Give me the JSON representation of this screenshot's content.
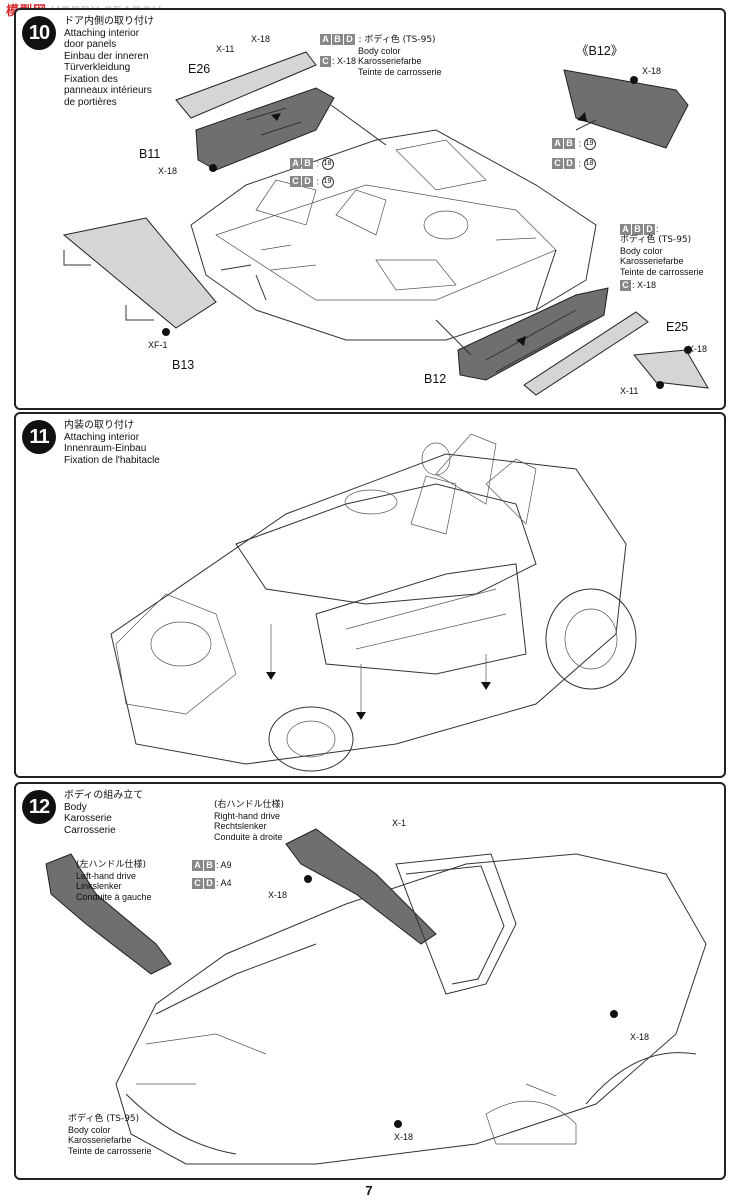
{
  "watermark": {
    "logo": "模型网",
    "text": "HOBBY SEARCH"
  },
  "page_number": "7",
  "steps": [
    {
      "number": "10",
      "title": {
        "jp": "ドア内側の取り付け",
        "en": "Attaching interior door panels",
        "en1": "Attaching interior",
        "en2": "door panels",
        "de1": "Einbau der inneren",
        "de2": "Türverkleidung",
        "fr1": "Fixation des",
        "fr2": "panneaux intérieurs",
        "fr3": "de portières"
      },
      "labels": {
        "x11_top": "X-11",
        "x18_top": "X-18",
        "e26": "E26",
        "b11": "B11",
        "x18_left": "X-18",
        "b12_ref": "《B12》",
        "x18_b12": "X-18",
        "b13": "B13",
        "xf1": "XF-1",
        "b12": "B12",
        "e25": "E25",
        "x18_e25": "X-18",
        "x11_e25": "X-11"
      },
      "color_top": {
        "boxes": [
          "A",
          "B",
          "D"
        ],
        "jp": ": ボディ色 (TS-95)",
        "en": "Body color",
        "de": "Karosseriefarbe",
        "fr": "Teinte de carrosserie",
        "c_box": "C",
        "c_text": ": X-18"
      },
      "parts_b11": {
        "ab_boxes": [
          "A",
          "B"
        ],
        "ab_num": "18",
        "cd_boxes": [
          "C",
          "D"
        ],
        "cd_num": "19"
      },
      "parts_b12ref": {
        "ab_boxes": [
          "A",
          "B"
        ],
        "ab_num": "19",
        "cd_boxes": [
          "C",
          "D"
        ],
        "cd_num": "18"
      },
      "color_right": {
        "boxes": [
          "A",
          "B",
          "D"
        ],
        "colon": ":",
        "jp": "ボディ色 (TS-95)",
        "en": "Body color",
        "de": "Karosseriefarbe",
        "fr": "Teinte de carrosserie",
        "c_box": "C",
        "c_text": ": X-18"
      }
    },
    {
      "number": "11",
      "title": {
        "jp": "内装の取り付け",
        "en": "Attaching interior",
        "de": "Innenraum-Einbau",
        "fr": "Fixation de l'habitacle"
      }
    },
    {
      "number": "12",
      "title": {
        "jp": "ボディの組み立て",
        "en": "Body",
        "de": "Karosserie",
        "fr": "Carrosserie"
      },
      "rhd": {
        "jp": "(右ハンドル仕様)",
        "en": "Right-hand drive",
        "de": "Rechtslenker",
        "fr": "Conduite à droite"
      },
      "lhd": {
        "jp": "(左ハンドル仕様)",
        "en": "Left-hand drive",
        "de": "Linkslenker",
        "fr": "Conduite à gauche"
      },
      "a9_boxes": [
        "A",
        "B"
      ],
      "a9": ": A9",
      "a4_boxes": [
        "C",
        "D"
      ],
      "a4": ": A4",
      "labels": {
        "x1": "X-1",
        "x18_a": "X-18",
        "x18_b": "X-18",
        "x18_c": "X-18"
      },
      "color": {
        "jp": "ボディ色 (TS-95)",
        "en": "Body color",
        "de": "Karosseriefarbe",
        "fr": "Teinte de carrosserie"
      }
    }
  ]
}
